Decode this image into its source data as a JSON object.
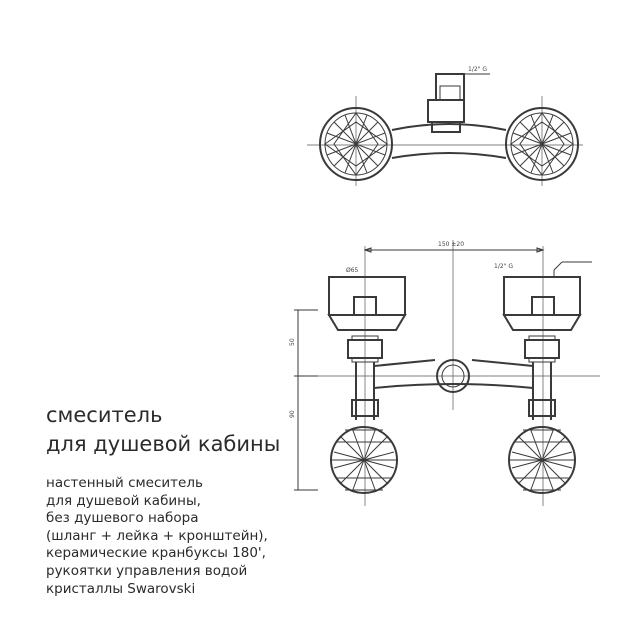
{
  "title_lines": [
    "смеситель",
    "для душевой кабины"
  ],
  "description_lines": [
    "настенный смеситель",
    "для душевой кабины,",
    "без душевого набора",
    "(шланг + лейка + кронштейн),",
    "керамические кранбуксы 180',",
    "рукоятки управления водой",
    "кристаллы Swarovski"
  ],
  "dimensions": {
    "top_thread": "1/2\" G",
    "front_thread": "1/2\" G",
    "center_distance": "150 ±20",
    "diameter": "Ø65",
    "height_upper": "50",
    "height_lower": "90"
  },
  "colors": {
    "line": "#3a3a3a",
    "text": "#2b2b2b",
    "background": "#ffffff"
  }
}
